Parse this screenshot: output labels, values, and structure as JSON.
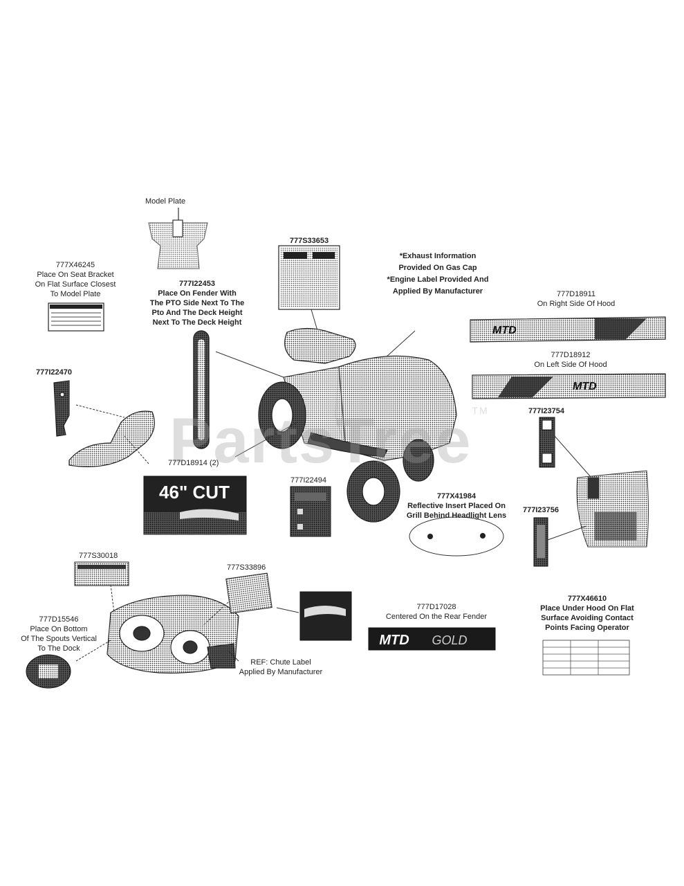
{
  "watermark": "PartsTree",
  "trademark": "TM",
  "labels": {
    "model_plate": {
      "lines": [
        "Model Plate"
      ]
    },
    "p777x46245": {
      "lines": [
        "777X46245",
        "Place On Seat Bracket",
        "On Flat Surface Closest",
        "To Model Plate"
      ]
    },
    "p777i22453": {
      "lines": [
        "777I22453",
        "Place On Fender With",
        "The PTO Side Next To The",
        "Pto And The Deck Height",
        "Next To The Deck Height"
      ]
    },
    "p777s33653": {
      "lines": [
        "777S33653"
      ]
    },
    "exhaust_note": {
      "lines": [
        "*Exhaust Information",
        "Provided On Gas Cap",
        "*Engine Label Provided And",
        "Applied By Manufacturer"
      ]
    },
    "p777d18911": {
      "lines": [
        "777D18911",
        "On Right Side Of Hood"
      ]
    },
    "p777d18912": {
      "lines": [
        "777D18912",
        "On Left Side Of Hood"
      ]
    },
    "p777i22470": {
      "lines": [
        "777I22470"
      ]
    },
    "p777i23754": {
      "lines": [
        "777I23754"
      ]
    },
    "p777d18914": {
      "lines": [
        "777D18914 (2)"
      ]
    },
    "p777i22494": {
      "lines": [
        "777I22494"
      ]
    },
    "p777x41984": {
      "lines": [
        "777X41984",
        "Reflective Insert Placed On",
        "Grill Behind Headlight Lens"
      ]
    },
    "p777i23756": {
      "lines": [
        "777I23756"
      ]
    },
    "p777s30018": {
      "lines": [
        "777S30018"
      ]
    },
    "p777s33896": {
      "lines": [
        "777S33896"
      ]
    },
    "p777d15546": {
      "lines": [
        "777D15546",
        "Place On Bottom",
        "Of The Spouts Vertical",
        "To The Dock"
      ]
    },
    "p777d17028": {
      "lines": [
        "777D17028",
        "Centered On the Rear Fender"
      ]
    },
    "p777x46610": {
      "lines": [
        "777X46610",
        "Place Under Hood On Flat",
        "Surface Avoiding Contact",
        "Points Facing Operator"
      ]
    },
    "chute_ref": {
      "lines": [
        "REF: Chute Label",
        "Applied By Manufacturer"
      ]
    }
  },
  "decals": {
    "cut_text": "46\" CUT",
    "mtd_left": "MTD",
    "mtd_right": "MTD",
    "mtd_gold_a": "MTD",
    "mtd_gold_b": "GOLD"
  }
}
